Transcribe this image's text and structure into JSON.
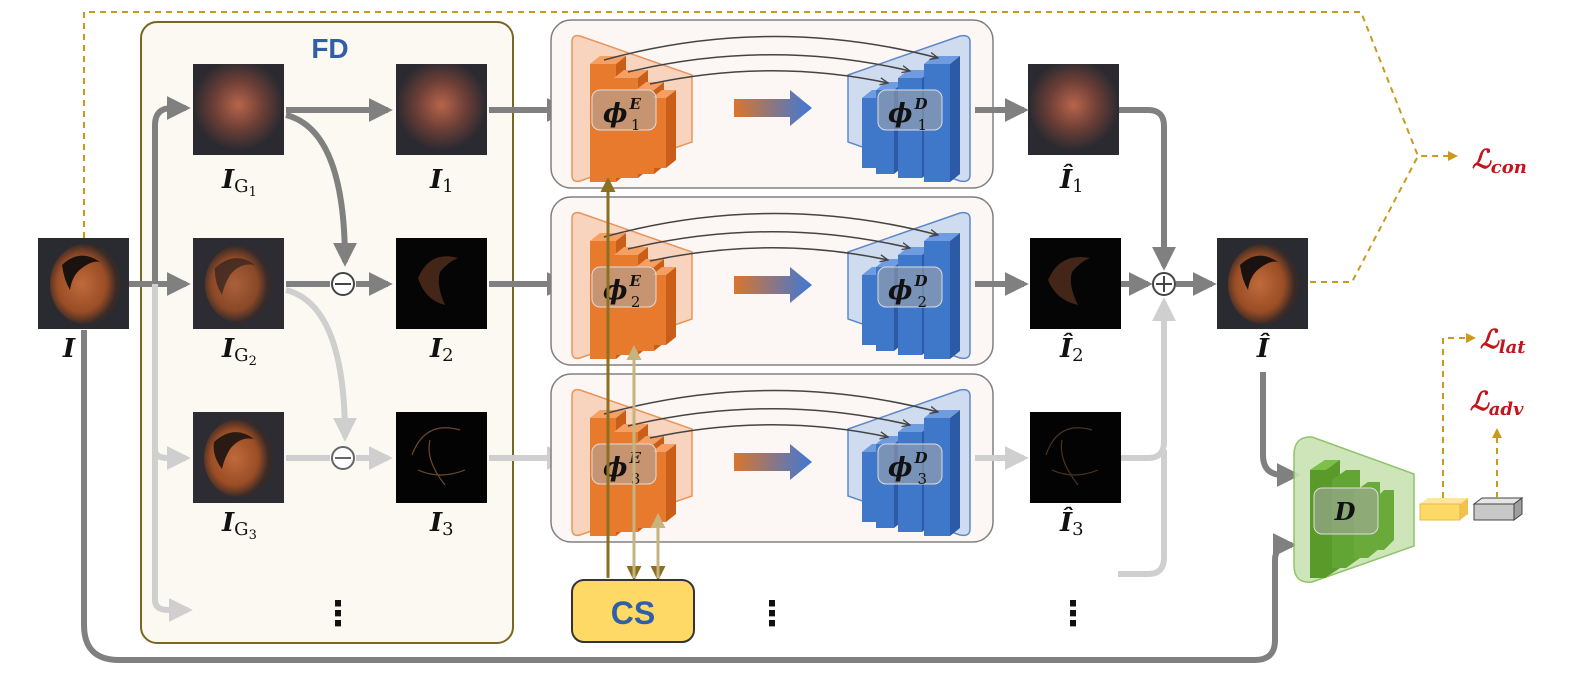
{
  "input_label": "I",
  "fd_label": "FD",
  "cs_label": "CS",
  "gaussian_labels": [
    {
      "main": "I",
      "sub": "G",
      "subsub": "1"
    },
    {
      "main": "I",
      "sub": "G",
      "subsub": "2"
    },
    {
      "main": "I",
      "sub": "G",
      "subsub": "3"
    }
  ],
  "freq_labels": [
    {
      "main": "I",
      "sub": "1"
    },
    {
      "main": "I",
      "sub": "2"
    },
    {
      "main": "I",
      "sub": "3"
    }
  ],
  "recon_labels": [
    {
      "main": "Î",
      "sub": "1"
    },
    {
      "main": "Î",
      "sub": "2"
    },
    {
      "main": "Î",
      "sub": "3"
    }
  ],
  "output_label": "Î",
  "encoders": [
    {
      "name": "ϕ",
      "sup": "E",
      "sub": "1"
    },
    {
      "name": "ϕ",
      "sup": "E",
      "sub": "2"
    },
    {
      "name": "ϕ",
      "sup": "E",
      "sub": "3"
    }
  ],
  "decoders": [
    {
      "name": "ϕ",
      "sup": "D",
      "sub": "1"
    },
    {
      "name": "ϕ",
      "sup": "D",
      "sub": "2"
    },
    {
      "name": "ϕ",
      "sup": "D",
      "sub": "3"
    }
  ],
  "discriminator_label": "D",
  "losses": {
    "con": {
      "main": "ℒ",
      "sub": "con"
    },
    "lat": {
      "main": "ℒ",
      "sub": "lat"
    },
    "adv": {
      "main": "ℒ",
      "sub": "adv"
    }
  },
  "ellipsis": "⋮",
  "colors": {
    "encoder": "#e87a2e",
    "decoder": "#3f78c9",
    "discriminator": "#6aaa3a",
    "cs_fill": "#ffd966",
    "fd_border": "#7a6622",
    "loss_dash": "#c99a1c",
    "gold_arrow": "#8a7020"
  }
}
